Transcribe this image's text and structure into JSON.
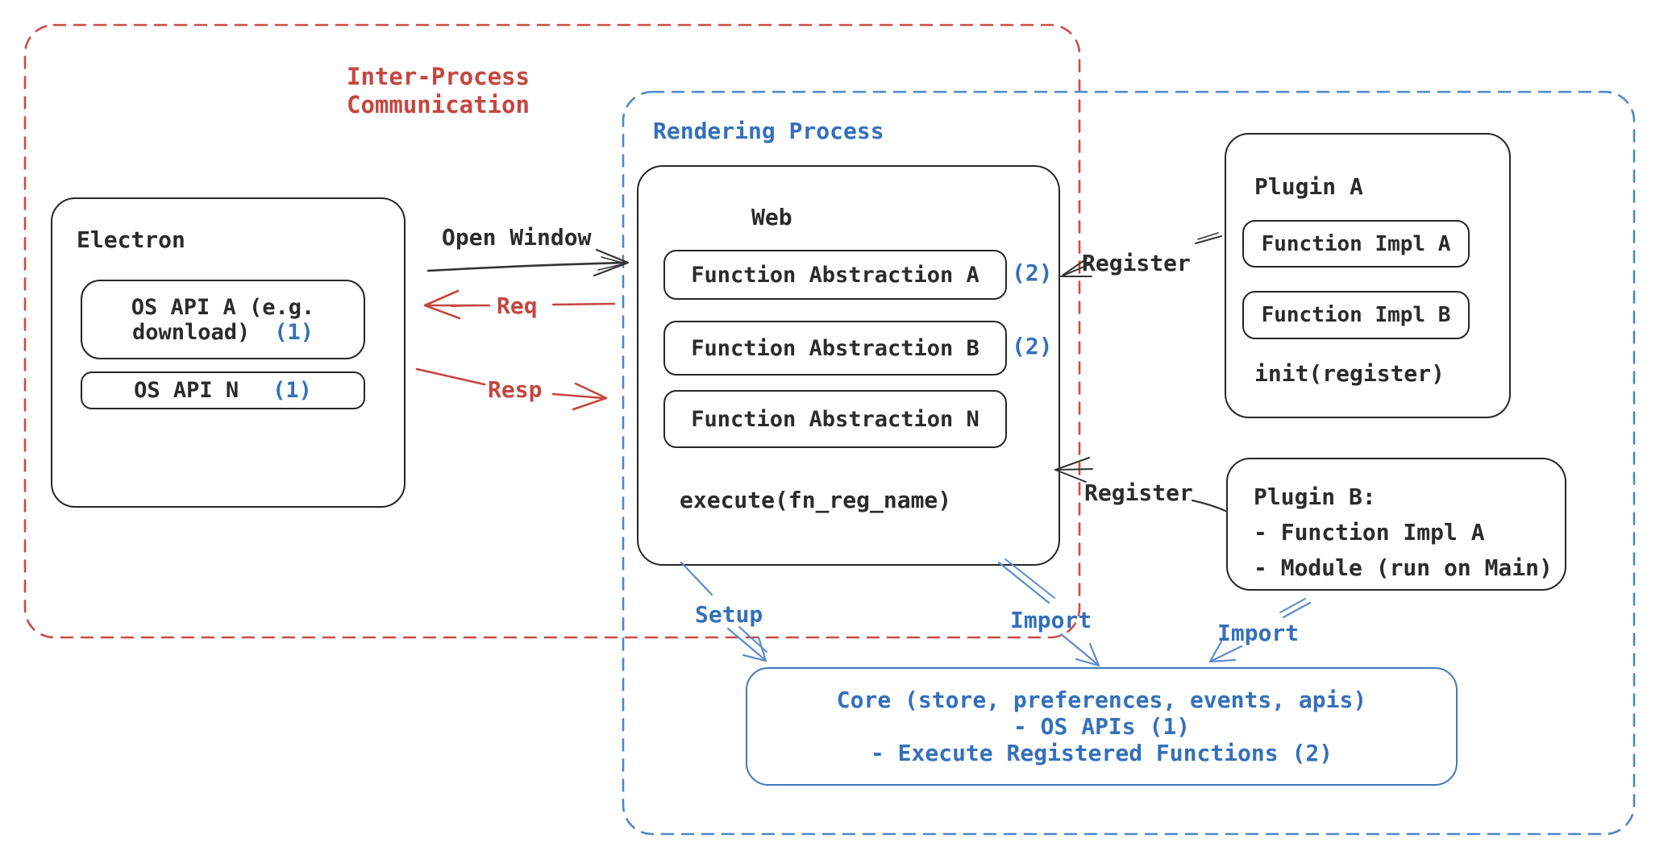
{
  "colors": {
    "red": "#c5463f",
    "red-dash": "#cc4b44",
    "blue-text": "#3470ba",
    "blue-dash": "#4e86c8",
    "blue-stroke": "#5b8ccd",
    "ink": "#2b2b2b"
  },
  "diagram": {
    "ipc": {
      "label": "Inter-Process\nCommunication"
    },
    "rendering": {
      "label": "Rendering Process"
    },
    "electron": {
      "title": "Electron",
      "os_api_a": {
        "line1": "OS API A (e.g.",
        "line2": "download)",
        "badge": "(1)"
      },
      "os_api_n": {
        "label": "OS API N",
        "badge": "(1)"
      }
    },
    "web": {
      "title": "Web",
      "fn_a": {
        "label": "Function Abstraction A",
        "badge": "(2)"
      },
      "fn_b": {
        "label": "Function Abstraction B",
        "badge": "(2)"
      },
      "fn_n": {
        "label": "Function Abstraction N"
      },
      "execute": "execute(fn_reg_name)"
    },
    "plugin_a": {
      "title": "Plugin A",
      "impl_a": "Function Impl A",
      "impl_b": "Function Impl B",
      "init": "init(register)"
    },
    "plugin_b": {
      "title": "Plugin B:",
      "item1": "- Function Impl A",
      "item2": "- Module (run on Main)"
    },
    "core": {
      "line1": "Core (store, preferences, events, apis)",
      "line2": "- OS APIs (1)",
      "line3": "- Execute Registered Functions (2)"
    },
    "connectors": {
      "open_window": "Open Window",
      "req": "Req",
      "resp": "Resp",
      "register_top": "Register",
      "register_bottom": "Register",
      "setup": "Setup",
      "import_mid": "Import",
      "import_right": "Import"
    }
  }
}
